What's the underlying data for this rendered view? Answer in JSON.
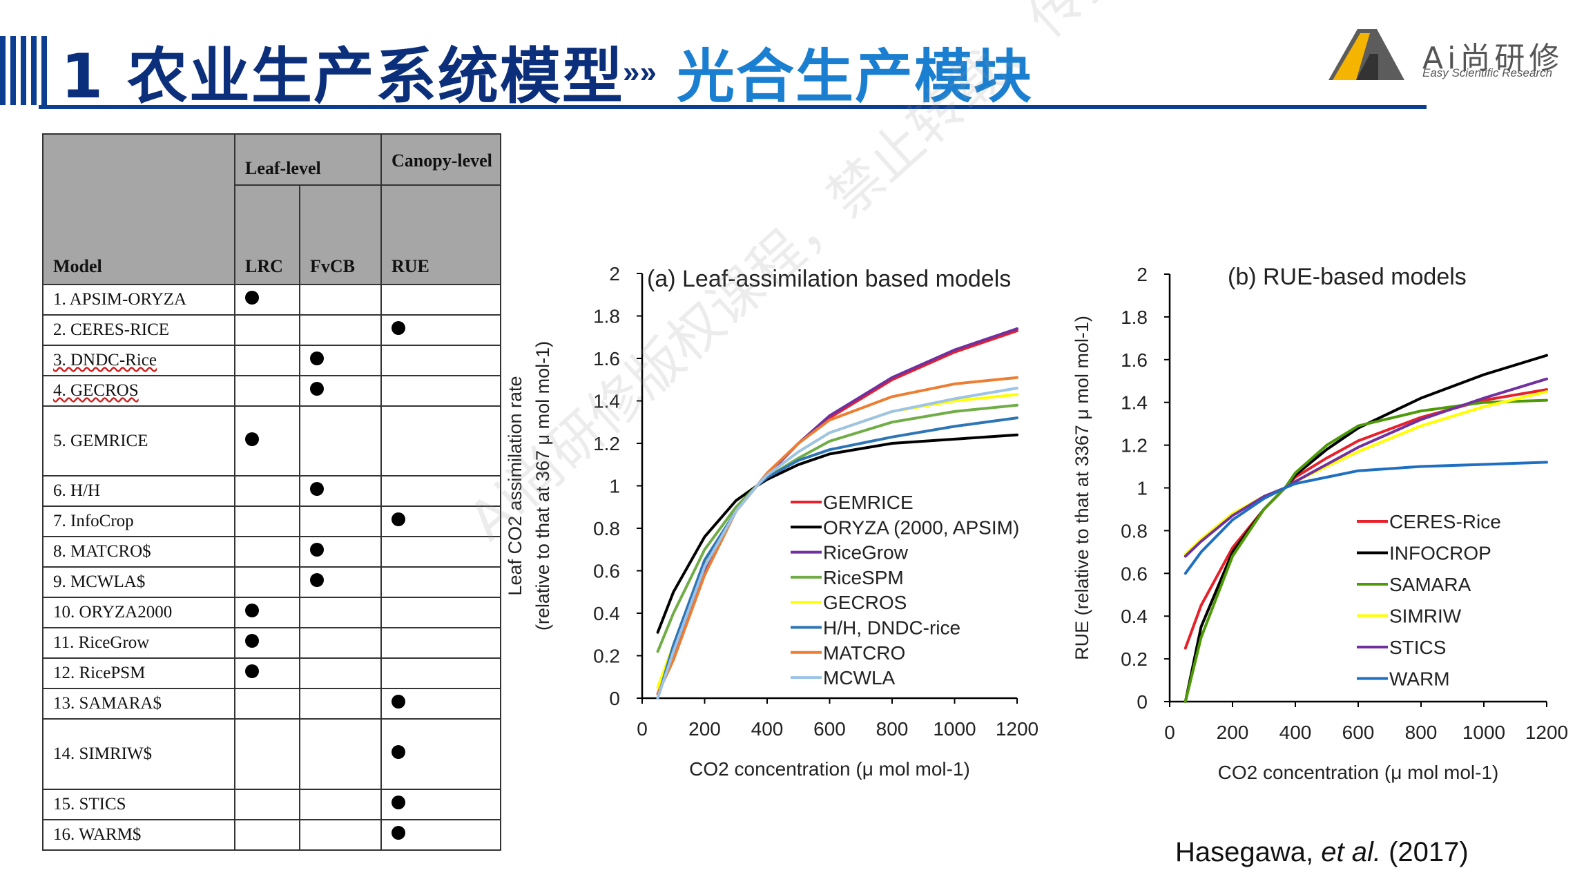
{
  "header": {
    "title_main": "1 农业生产系统模型",
    "separator": "»»",
    "title_sub": "光合生产模块"
  },
  "logo": {
    "text": "Ai尚研修",
    "subtitle": "Easy Scientific Research"
  },
  "colors": {
    "brand_dark": "#0b3d91",
    "brand_light": "#1a7fd0"
  },
  "table": {
    "headers": {
      "model": "Model",
      "leaf_level": "Leaf-level",
      "canopy_level": "Canopy-level",
      "lrc": "LRC",
      "fvcb": "FvCB",
      "rue": "RUE"
    },
    "rows": [
      {
        "name": "1. APSIM-ORYZA",
        "type": "LRC"
      },
      {
        "name": "2. CERES-RICE",
        "type": "RUE"
      },
      {
        "name": "3. DNDC-Rice",
        "type": "FvCB"
      },
      {
        "name": "4. GECROS",
        "type": "FvCB"
      },
      {
        "name": "5. GEMRICE",
        "type": "LRC"
      },
      {
        "name": "6. H/H",
        "type": "FvCB"
      },
      {
        "name": "7. InfoCrop",
        "type": "RUE"
      },
      {
        "name": "8. MATCRO$",
        "type": "FvCB"
      },
      {
        "name": "9. MCWLA$",
        "type": "FvCB"
      },
      {
        "name": "10. ORYZA2000",
        "type": "LRC"
      },
      {
        "name": "11. RiceGrow",
        "type": "LRC"
      },
      {
        "name": "12. RicePSM",
        "type": "LRC"
      },
      {
        "name": "13. SAMARA$",
        "type": "RUE"
      },
      {
        "name": "14. SIMRIW$",
        "type": "RUE"
      },
      {
        "name": "15. STICS",
        "type": "RUE"
      },
      {
        "name": "16. WARM$",
        "type": "RUE"
      }
    ]
  },
  "chart_data": [
    {
      "type": "line",
      "title": "(a) Leaf-assimilation based models",
      "xlabel": "CO2 concentration (μ mol mol-1)",
      "ylabel_line1": "Leaf CO2 assimilation rate",
      "ylabel_line2": "(relative to that at 367 μ mol mol-1)",
      "xlim": [
        0,
        1200
      ],
      "ylim": [
        0,
        2
      ],
      "xticks": [
        "0",
        "200",
        "400",
        "600",
        "800",
        "1000",
        "1200"
      ],
      "yticks": [
        "0",
        "0.2",
        "0.4",
        "0.6",
        "0.8",
        "1",
        "1.2",
        "1.4",
        "1.6",
        "1.8",
        "2"
      ],
      "x": [
        50,
        100,
        200,
        300,
        367,
        400,
        500,
        600,
        800,
        1000,
        1200
      ],
      "series": [
        {
          "name": "GEMRICE",
          "color": "#e8202a",
          "values": [
            0.02,
            0.2,
            0.6,
            0.88,
            1.0,
            1.05,
            1.2,
            1.32,
            1.5,
            1.63,
            1.73
          ]
        },
        {
          "name": "ORYZA (2000, APSIM)",
          "color": "#000000",
          "values": [
            0.31,
            0.5,
            0.76,
            0.93,
            1.0,
            1.03,
            1.1,
            1.15,
            1.2,
            1.22,
            1.24
          ]
        },
        {
          "name": "RiceGrow",
          "color": "#7030a0",
          "values": [
            0.02,
            0.2,
            0.6,
            0.88,
            1.0,
            1.05,
            1.2,
            1.33,
            1.51,
            1.64,
            1.74
          ]
        },
        {
          "name": "RiceSPM",
          "color": "#70ad47",
          "values": [
            0.22,
            0.4,
            0.7,
            0.9,
            1.0,
            1.04,
            1.13,
            1.21,
            1.3,
            1.35,
            1.38
          ]
        },
        {
          "name": "GECROS",
          "color": "#ffff00",
          "values": [
            0.05,
            0.25,
            0.63,
            0.88,
            1.0,
            1.05,
            1.16,
            1.25,
            1.35,
            1.4,
            1.43
          ]
        },
        {
          "name": "H/H, DNDC-rice",
          "color": "#2e75b6",
          "values": [
            0.0,
            0.25,
            0.65,
            0.88,
            1.0,
            1.04,
            1.12,
            1.17,
            1.23,
            1.28,
            1.32
          ]
        },
        {
          "name": "MATCRO",
          "color": "#ed7d31",
          "values": [
            0.02,
            0.18,
            0.58,
            0.88,
            1.0,
            1.06,
            1.2,
            1.31,
            1.42,
            1.48,
            1.51
          ]
        },
        {
          "name": "MCWLA",
          "color": "#9dc3e6",
          "values": [
            0.0,
            0.22,
            0.62,
            0.88,
            1.0,
            1.05,
            1.16,
            1.25,
            1.35,
            1.41,
            1.46
          ]
        }
      ]
    },
    {
      "type": "line",
      "title": "(b) RUE-based models",
      "xlabel": "CO2 concentration (μ mol mol-1)",
      "ylabel": "RUE (relative to that at 3367 μ mol mol-1)",
      "xlim": [
        0,
        1200
      ],
      "ylim": [
        0,
        2
      ],
      "xticks": [
        "0",
        "200",
        "400",
        "600",
        "800",
        "1000",
        "1200"
      ],
      "yticks": [
        "0",
        "0.2",
        "0.4",
        "0.6",
        "0.8",
        "1",
        "1.2",
        "1.4",
        "1.6",
        "1.8",
        "2"
      ],
      "x": [
        50,
        100,
        200,
        300,
        367,
        400,
        500,
        600,
        800,
        1000,
        1200
      ],
      "series": [
        {
          "name": "CERES-Rice",
          "color": "#e8202a",
          "values": [
            0.25,
            0.45,
            0.72,
            0.9,
            1.0,
            1.05,
            1.14,
            1.22,
            1.33,
            1.41,
            1.46
          ]
        },
        {
          "name": "INFOCROP",
          "color": "#000000",
          "values": [
            0.0,
            0.35,
            0.7,
            0.9,
            1.0,
            1.06,
            1.18,
            1.28,
            1.42,
            1.53,
            1.62
          ]
        },
        {
          "name": "SAMARA",
          "color": "#4e9a06",
          "values": [
            0.0,
            0.3,
            0.68,
            0.9,
            1.0,
            1.07,
            1.2,
            1.29,
            1.36,
            1.4,
            1.41
          ]
        },
        {
          "name": "SIMRIW",
          "color": "#ffff00",
          "values": [
            0.69,
            0.76,
            0.88,
            0.96,
            1.0,
            1.03,
            1.1,
            1.17,
            1.29,
            1.38,
            1.45
          ]
        },
        {
          "name": "STICS",
          "color": "#7030a0",
          "values": [
            0.68,
            0.75,
            0.87,
            0.96,
            1.0,
            1.03,
            1.11,
            1.19,
            1.32,
            1.42,
            1.51
          ]
        },
        {
          "name": "WARM",
          "color": "#1f6fc1",
          "values": [
            0.6,
            0.7,
            0.85,
            0.95,
            1.0,
            1.02,
            1.05,
            1.08,
            1.1,
            1.11,
            1.12
          ]
        }
      ]
    }
  ],
  "citation": {
    "authors": "Hasegawa,",
    "etal": "et al.",
    "year": "(2017)"
  },
  "watermark": "Ai尚研修版权课程，禁止转载、传播"
}
